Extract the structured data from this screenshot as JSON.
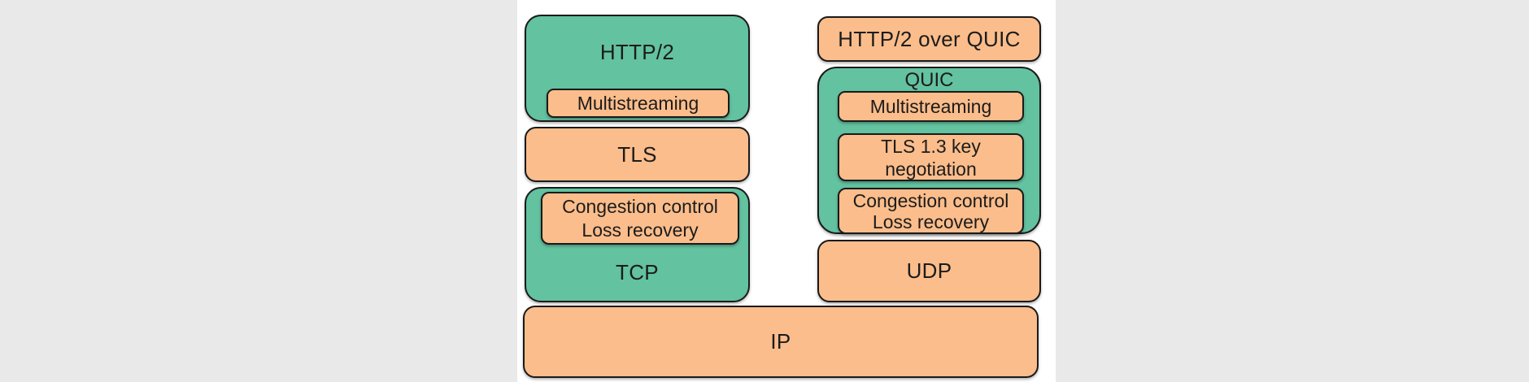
{
  "colors": {
    "page_bg": "#e9e9e9",
    "stage_bg": "#ffffff",
    "green": "#63c2a0",
    "orange": "#fbbd8b",
    "border": "#1a1a1a",
    "text": "#1c1c1c"
  },
  "diagram": {
    "left_stack": {
      "http2_label": "HTTP/2",
      "http2_feature": "Multistreaming",
      "tls_label": "TLS",
      "tcp_feature_line1": "Congestion control",
      "tcp_feature_line2": "Loss recovery",
      "tcp_label": "TCP"
    },
    "right_stack": {
      "app_label": "HTTP/2 over QUIC",
      "quic_label": "QUIC",
      "quic_feature1": "Multistreaming",
      "quic_feature2_line1": "TLS 1.3 key",
      "quic_feature2_line2": "negotiation",
      "quic_feature3_line1": "Congestion control",
      "quic_feature3_line2": "Loss recovery",
      "udp_label": "UDP"
    },
    "shared": {
      "ip_label": "IP"
    }
  }
}
